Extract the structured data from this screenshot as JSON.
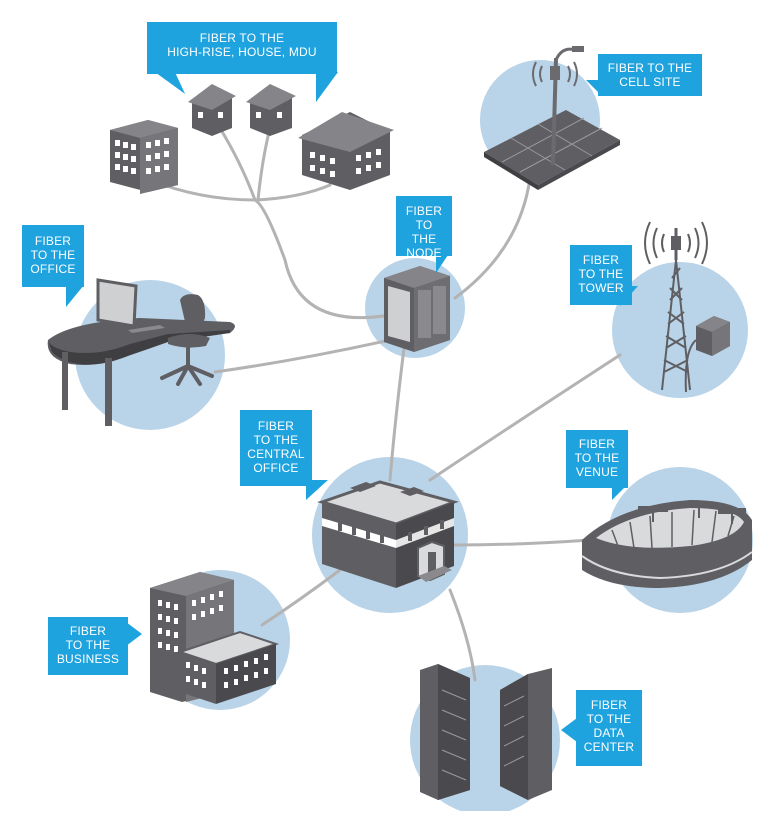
{
  "colors": {
    "callout": "#1fa3de",
    "circle": "#b9d3e8",
    "line": "#b3b3b3",
    "dark": "#5f5f63",
    "mid": "#858589",
    "light": "#cfd0d2",
    "window": "#ffffff"
  },
  "labels": {
    "mdu": [
      "FIBER TO THE",
      "HIGH-RISE, HOUSE, MDU"
    ],
    "cell_site": [
      "FIBER TO THE",
      "CELL SITE"
    ],
    "node": [
      "FIBER",
      "TO THE",
      "NODE"
    ],
    "office": [
      "FIBER",
      "TO THE",
      "OFFICE"
    ],
    "tower": [
      "FIBER",
      "TO THE",
      "TOWER"
    ],
    "central_office": [
      "FIBER",
      "TO THE",
      "CENTRAL",
      "OFFICE"
    ],
    "venue": [
      "FIBER",
      "TO THE",
      "VENUE"
    ],
    "business": [
      "FIBER",
      "TO THE",
      "BUSINESS"
    ],
    "data_center": [
      "FIBER",
      "TO THE",
      "DATA",
      "CENTER"
    ]
  },
  "icons": [
    "buildings-icon",
    "houses-icon",
    "streetlight-icon",
    "cabinet-icon",
    "desk-icon",
    "tower-icon",
    "central-office-icon",
    "stadium-icon",
    "business-buildings-icon",
    "server-racks-icon"
  ]
}
